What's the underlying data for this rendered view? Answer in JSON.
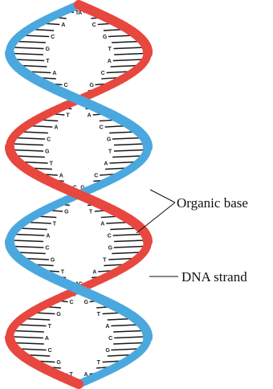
{
  "labels": {
    "organic_base": "Organic base",
    "dna_strand": "DNA strand"
  },
  "colors": {
    "strand_red": "#e8473f",
    "strand_blue": "#4aa8de",
    "rung": "#1a1a1a",
    "label_line": "#111111"
  },
  "base_letters": [
    "T",
    "A",
    "C",
    "G"
  ]
}
